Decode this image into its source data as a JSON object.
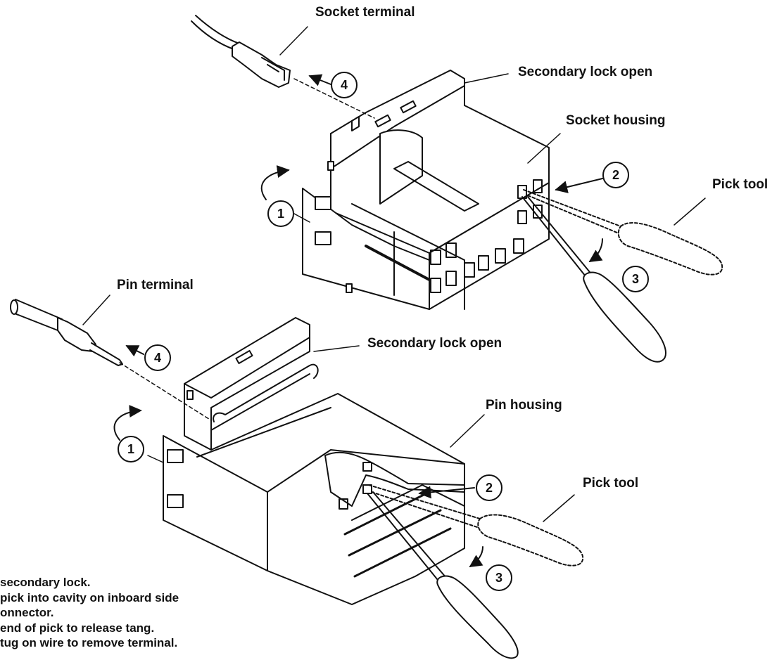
{
  "labels": {
    "socket_terminal": "Socket terminal",
    "secondary_lock_open_top": "Secondary lock open",
    "socket_housing": "Socket housing",
    "pick_tool_top": "Pick tool",
    "pin_terminal": "Pin terminal",
    "secondary_lock_open_bottom": "Secondary lock open",
    "pin_housing": "Pin housing",
    "pick_tool_bottom": "Pick tool"
  },
  "callouts": {
    "top": [
      "1",
      "2",
      "3",
      "4"
    ],
    "bottom": [
      "1",
      "2",
      "3",
      "4"
    ]
  },
  "steps": [
    "secondary lock.",
    "pick into cavity on inboard side",
    "onnector.",
    "end of pick to release tang.",
    "tug on wire to remove terminal."
  ]
}
